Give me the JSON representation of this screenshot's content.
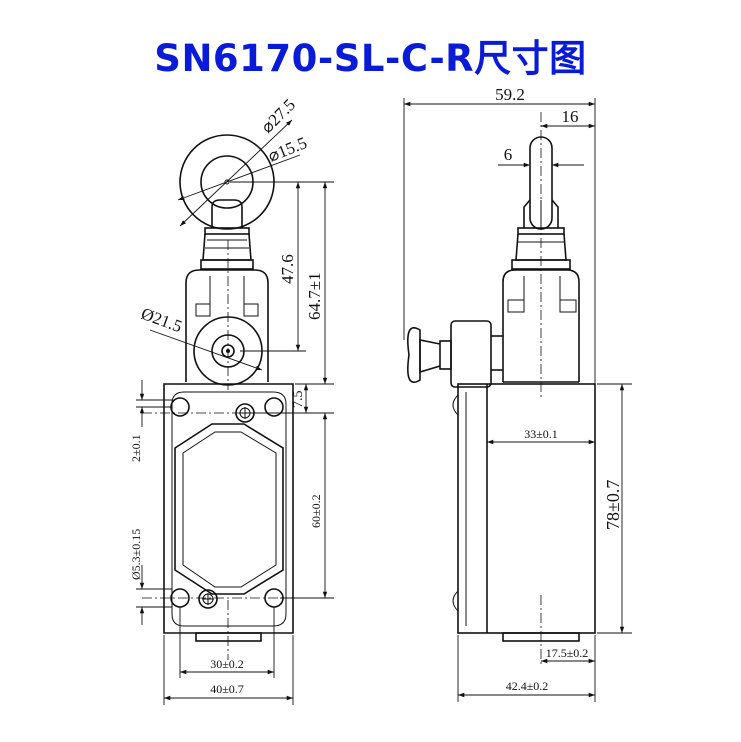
{
  "title": "SN6170-SL-C-R尺寸图",
  "colors": {
    "title": "#0a1bd8",
    "lines": "#111111",
    "background": "#ffffff"
  },
  "front_view": {
    "dimensions": {
      "roller_outer_dia": "⌀27.5",
      "roller_inner_dia": "⌀15.5",
      "height_to_pivot": "47.6",
      "overall_height": "64.7±1",
      "lever_dia": "Ø21.5",
      "head_offset": "7.5",
      "hole_offset": "2±0.1",
      "mounting_hole_dia": "Ø5.3±0.15",
      "hole_spacing_vertical": "60±0.2",
      "hole_spacing_horizontal": "30±0.2",
      "body_width": "40±0.7"
    }
  },
  "side_view": {
    "dimensions": {
      "overall_width": "59.2",
      "roller_offset": "16",
      "roller_width": "6",
      "body_depth_inner": "33±0.1",
      "body_height": "78±0.7",
      "bottom_offset": "17.5±0.2",
      "body_depth": "42.4±0.2"
    }
  }
}
